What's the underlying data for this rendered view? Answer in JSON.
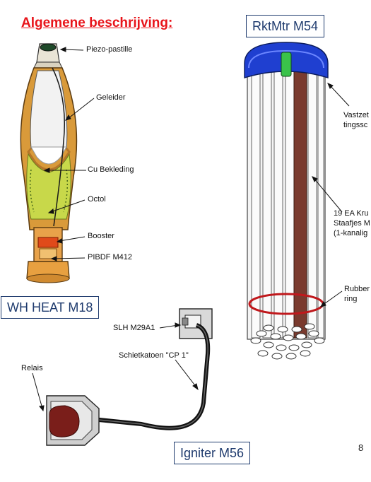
{
  "title": "Algemene beschrijving:",
  "warhead": {
    "box_label": "WH HEAT M18",
    "parts": [
      "Piezo-pastille",
      "Geleider",
      "Cu Bekleding",
      "Octol",
      "Booster",
      "PIBDF M412"
    ]
  },
  "motor": {
    "box_label": "RktMtr M54",
    "labels": {
      "vastzetting_1": "Vastzet",
      "vastzetting_2": "tingssc",
      "grains_1": "19 EA Kru",
      "grains_2": "Staafjes M",
      "grains_3": "(1-kanalig",
      "rubber_1": "Rubber",
      "rubber_2": "ring"
    }
  },
  "igniter": {
    "box_label": "Igniter M56",
    "labels": {
      "slh": "SLH M29A1",
      "cord": "Schietkatoen \"CP 1\"",
      "relais": "Relais"
    }
  },
  "page_number": "8",
  "colors": {
    "title": "#e8141a",
    "box_border": "#1f3b6e",
    "motor_cap": "#1f3fd0",
    "rubber_ring": "#c0181c",
    "grain_dark": "#7a3a2e",
    "explosive": "#c8d84a",
    "relais": "#7a1e1a"
  }
}
